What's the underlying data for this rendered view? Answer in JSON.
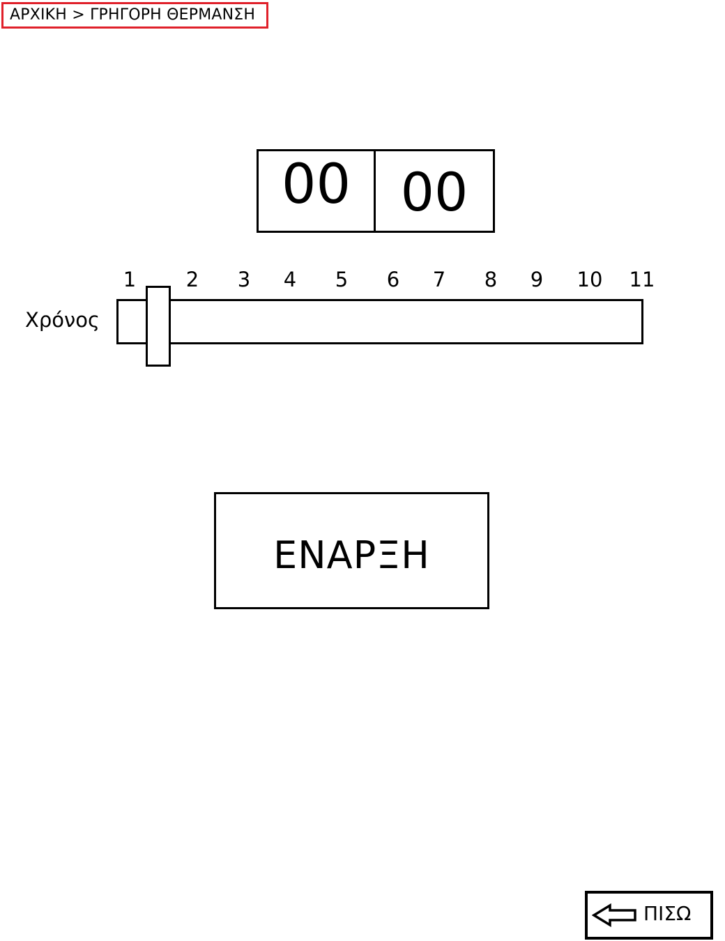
{
  "breadcrumb": {
    "text": "ΑΡΧΙΚΗ > ΓΡΗΓΟΡΗ ΘΕΡΜΑΝΣΗ"
  },
  "timer": {
    "minutes": "00",
    "seconds": "00"
  },
  "slider": {
    "label": "Χρόνος",
    "ticks": [
      "1",
      "2",
      "3",
      "4",
      "5",
      "6",
      "7",
      "8",
      "9",
      "10",
      "11"
    ],
    "min": 1,
    "max": 11,
    "value": 1.5
  },
  "start_button": {
    "label": "ΕΝΑΡΞΗ"
  },
  "back_button": {
    "label": "ΠΙΣΩ",
    "icon": "arrow-left-outline-icon"
  },
  "colors": {
    "breadcrumb_border": "#e0202a",
    "stroke": "#000000",
    "background": "#ffffff"
  }
}
